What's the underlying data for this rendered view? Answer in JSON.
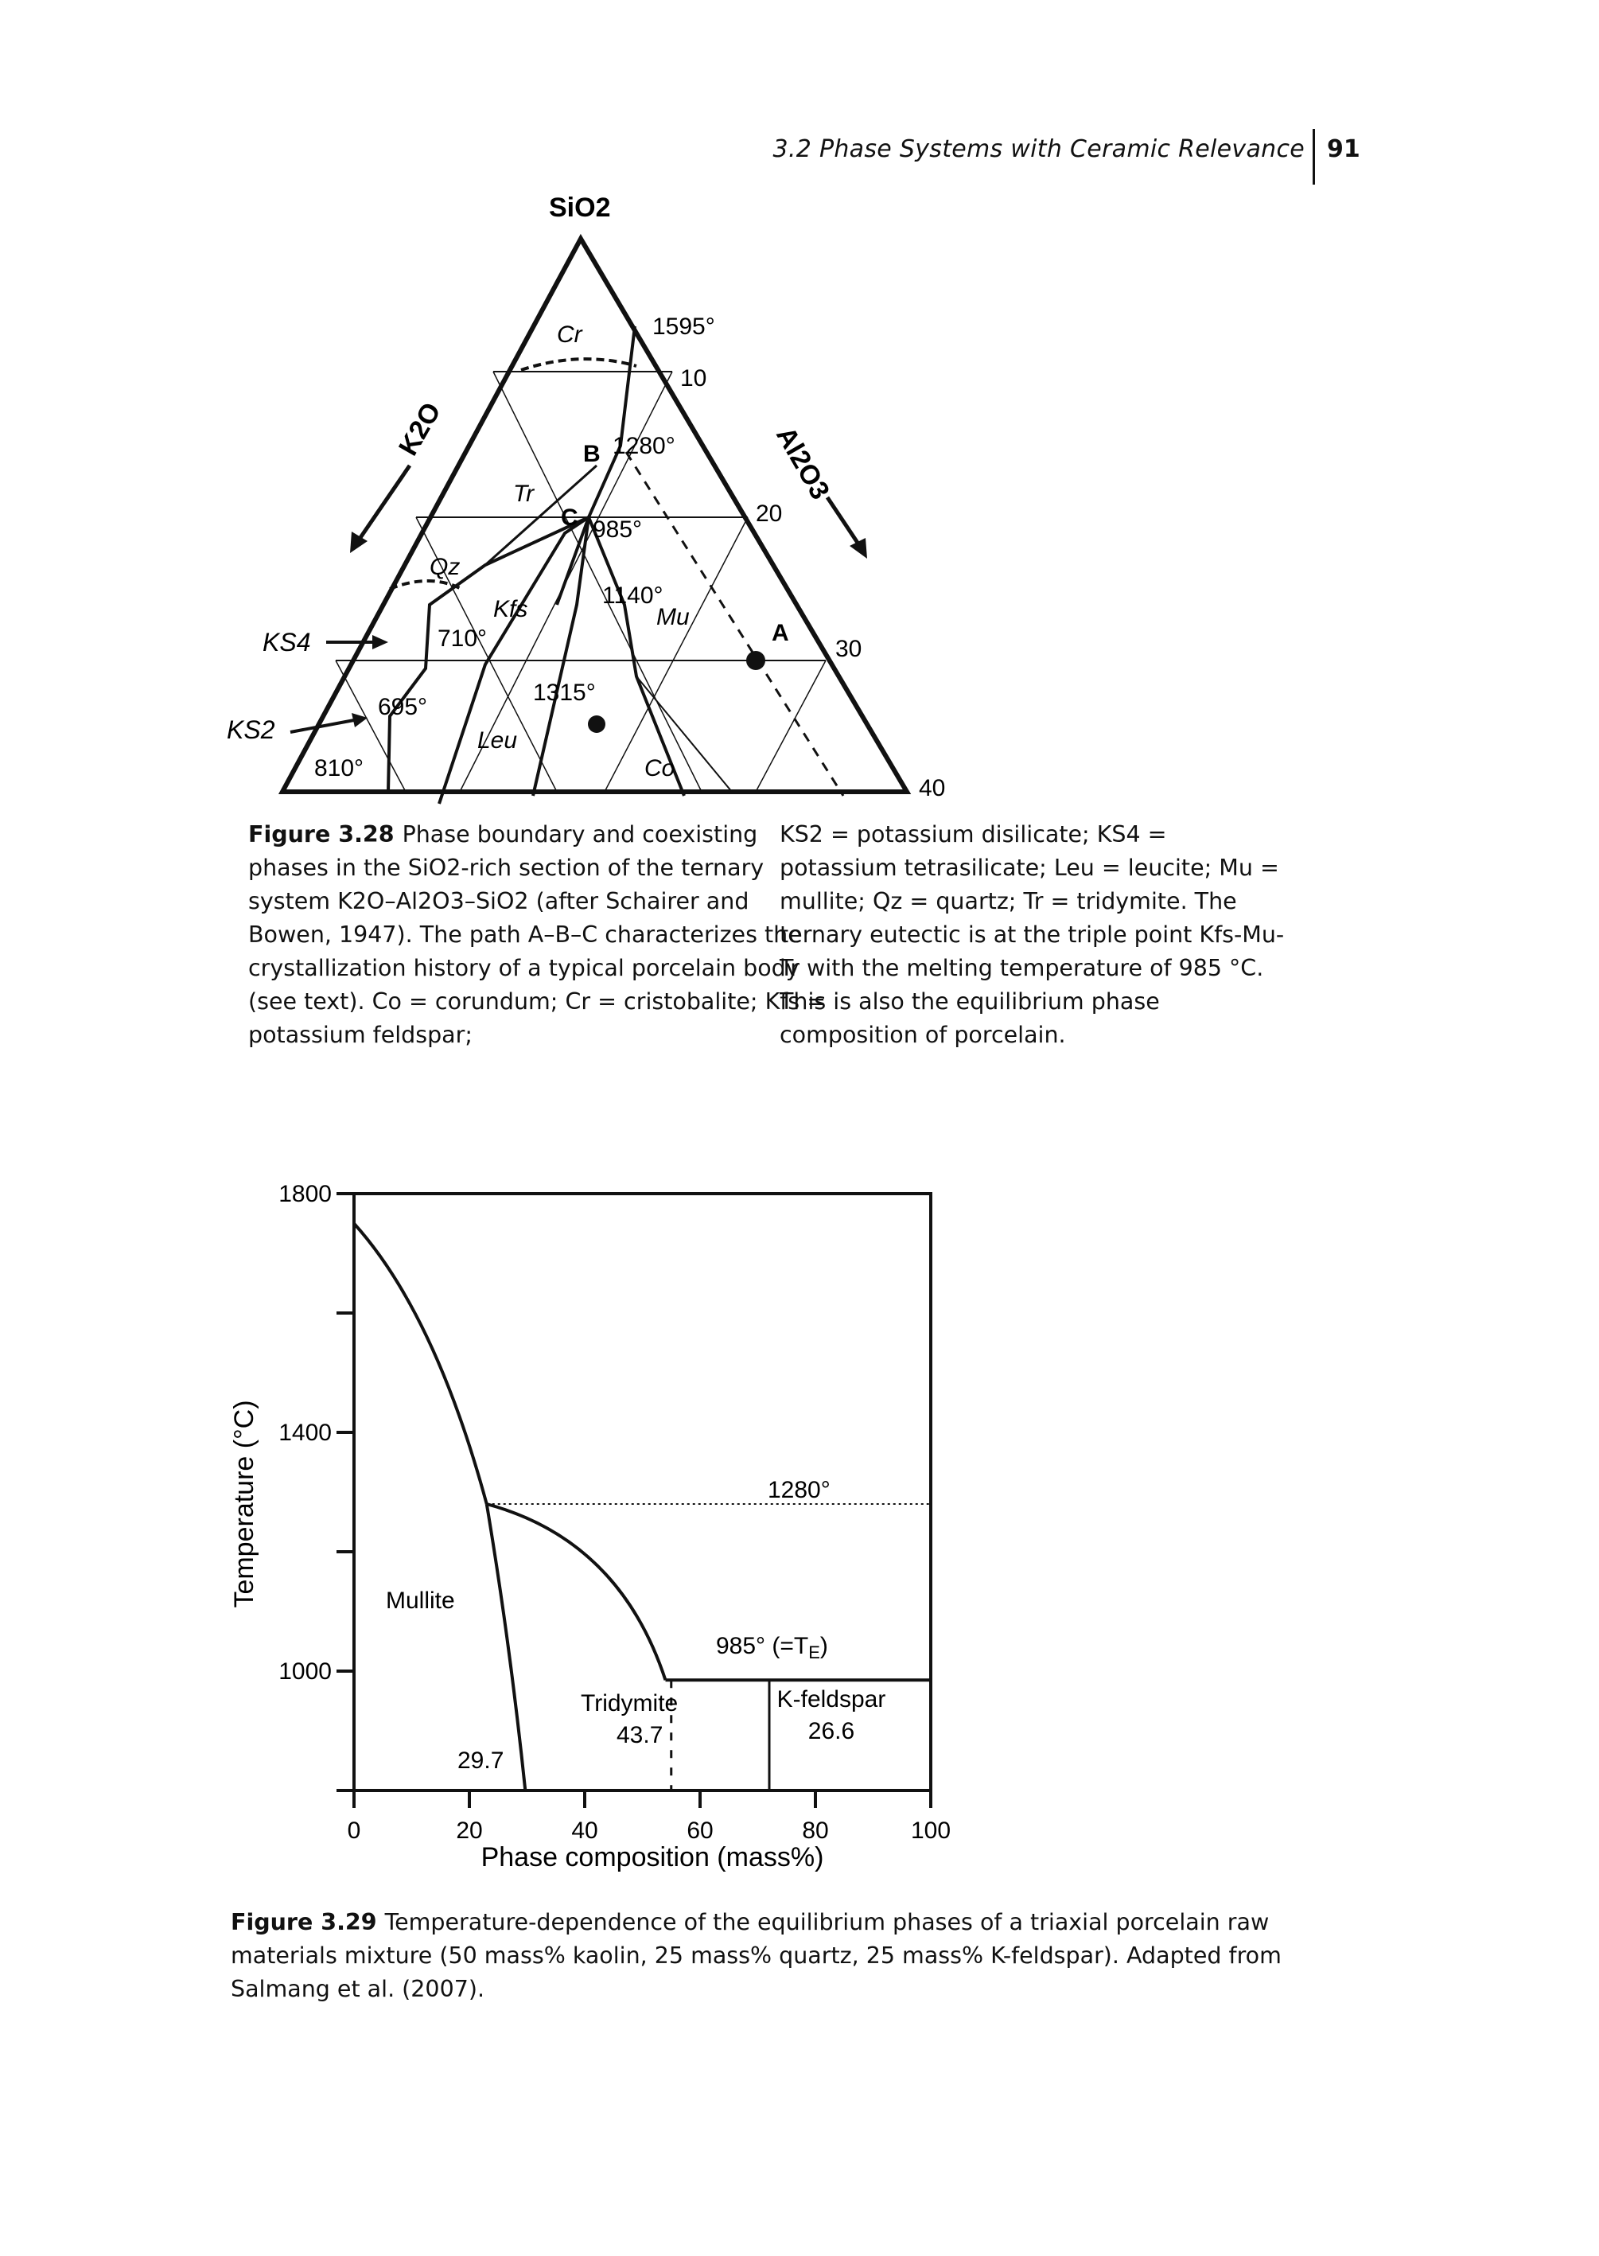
{
  "header": {
    "running_title": "3.2 Phase Systems with Ceramic Relevance",
    "page_number": "91"
  },
  "figure28": {
    "apex": "SiO2",
    "left_axis": "K2O",
    "right_axis": "Al2O3",
    "right_ticks": [
      "10",
      "20",
      "30",
      "40"
    ],
    "phase_labels": [
      "Cr",
      "Tr",
      "Qz",
      "Kfs",
      "Leu",
      "Mu",
      "Co"
    ],
    "point_labels": [
      "A",
      "B",
      "C"
    ],
    "temperatures": [
      "1595°",
      "1280°",
      "985°",
      "1140°",
      "1315°",
      "710°",
      "695°",
      "810°"
    ],
    "left_labels": [
      "KS4",
      "KS2"
    ],
    "caption_label": "Figure 3.28",
    "caption_left": "Phase boundary and coexisting phases in the SiO2-rich section of the ternary system K2O–Al2O3–SiO2 (after Schairer and Bowen, 1947). The path A–B–C characterizes the crystallization history of a typical porcelain body (see text). Co = corundum; Cr = cristobalite; Kfs = potassium feldspar;",
    "caption_right": "KS2 = potassium disilicate; KS4 = potassium tetrasilicate; Leu = leucite; Mu = mullite; Qz = quartz; Tr = tridymite. The ternary eutectic is at the triple point Kfs-Mu-Tr with the melting temperature of 985 °C. This is also the equilibrium phase composition of porcelain."
  },
  "figure29": {
    "y_axis_label": "Temperature (°C)",
    "x_axis_label": "Phase composition (mass%)",
    "y_ticks": [
      "1800",
      "1400",
      "1000"
    ],
    "x_ticks": [
      "0",
      "20",
      "40",
      "60",
      "80",
      "100"
    ],
    "annotations": {
      "t1280": "1280°",
      "t985": "985° (=T",
      "t985_sub": "E",
      "t985_close": ")",
      "mullite": "Mullite",
      "tridymite": "Tridymite",
      "tridymite_value": "43.7",
      "kfeldspar": "K-feldspar",
      "kfeldspar_value": "26.6",
      "mullite_value": "29.7"
    },
    "caption_label": "Figure 3.29",
    "caption": "Temperature-dependence of the equilibrium phases of a triaxial porcelain raw materials mixture (50 mass% kaolin, 25 mass% quartz, 25 mass% K-feldspar). Adapted from Salmang et al. (2007)."
  },
  "chart_data": {
    "type": "area",
    "title": "",
    "xlabel": "Phase composition (mass%)",
    "ylabel": "Temperature (°C)",
    "xlim": [
      0,
      100
    ],
    "ylim": [
      800,
      1800
    ],
    "series": [
      {
        "name": "Mullite",
        "x": [
          0,
          10,
          20,
          23,
          27,
          29.7,
          29.7
        ],
        "y": [
          1750,
          1620,
          1420,
          1280,
          1050,
          890,
          800
        ]
      },
      {
        "name": "Tridymite",
        "x": [
          23,
          38,
          46,
          53,
          54,
          72
        ],
        "y": [
          1280,
          1230,
          1150,
          1050,
          985,
          985
        ]
      },
      {
        "name": "K-feldspar",
        "x": [
          72,
          72,
          100
        ],
        "y": [
          800,
          985,
          985
        ]
      }
    ],
    "annotations": [
      "1280°",
      "985° (=TE)",
      "Mullite",
      "Tridymite 43.7",
      "K-feldspar 26.6",
      "29.7"
    ]
  }
}
